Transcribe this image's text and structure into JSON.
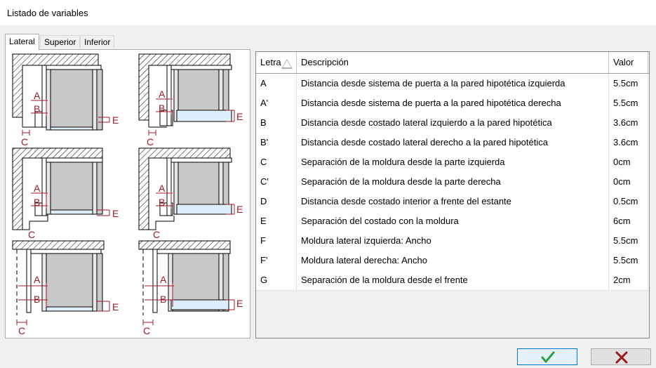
{
  "window": {
    "title": "Listado de variables"
  },
  "tabs": [
    {
      "label": "Lateral",
      "active": true
    },
    {
      "label": "Superior",
      "active": false
    },
    {
      "label": "Inferior",
      "active": false
    }
  ],
  "diagram_labels": {
    "A": "A",
    "B": "B",
    "C": "C",
    "E": "E"
  },
  "table": {
    "columns": [
      "Letra",
      "Descripción",
      "Valor"
    ],
    "sort": "ascending",
    "rows": [
      {
        "letra": "A",
        "descripcion": "Distancia desde sistema de puerta a la pared hipotética izquierda",
        "valor": "5.5cm"
      },
      {
        "letra": "A'",
        "descripcion": "Distancia desde sistema de puerta a la pared hipotética derecha",
        "valor": "5.5cm"
      },
      {
        "letra": "B",
        "descripcion": "Distancia desde costado lateral izquierdo a la pared hipotética",
        "valor": "3.6cm"
      },
      {
        "letra": "B'",
        "descripcion": "Distancia desde costado lateral derecho a la pared hipotética",
        "valor": "3.6cm"
      },
      {
        "letra": "C",
        "descripcion": "Separación de la moldura desde la parte izquierda",
        "valor": "0cm"
      },
      {
        "letra": "C'",
        "descripcion": "Separación de la moldura desde la parte derecha",
        "valor": "0cm"
      },
      {
        "letra": "D",
        "descripcion": "Distancia desde costado interior a frente del estante",
        "valor": "0.5cm"
      },
      {
        "letra": "E",
        "descripcion": "Separación del costado con la moldura",
        "valor": "6cm"
      },
      {
        "letra": "F",
        "descripcion": "Moldura lateral izquierda: Ancho",
        "valor": "5.5cm"
      },
      {
        "letra": "F'",
        "descripcion": "Moldura lateral derecha: Ancho",
        "valor": "5.5cm"
      },
      {
        "letra": "G",
        "descripcion": "Separación de la moldura desde el frente",
        "valor": "2cm"
      }
    ]
  },
  "buttons": {
    "ok_icon": "check-icon",
    "cancel_icon": "close-icon"
  },
  "colors": {
    "accent": "#0078d7",
    "ok": "#2ea043",
    "cancel": "#9b1b1b",
    "dimension": "#a01828",
    "cabinet": "#c8c8c8",
    "moldura": "#ddeefa"
  }
}
